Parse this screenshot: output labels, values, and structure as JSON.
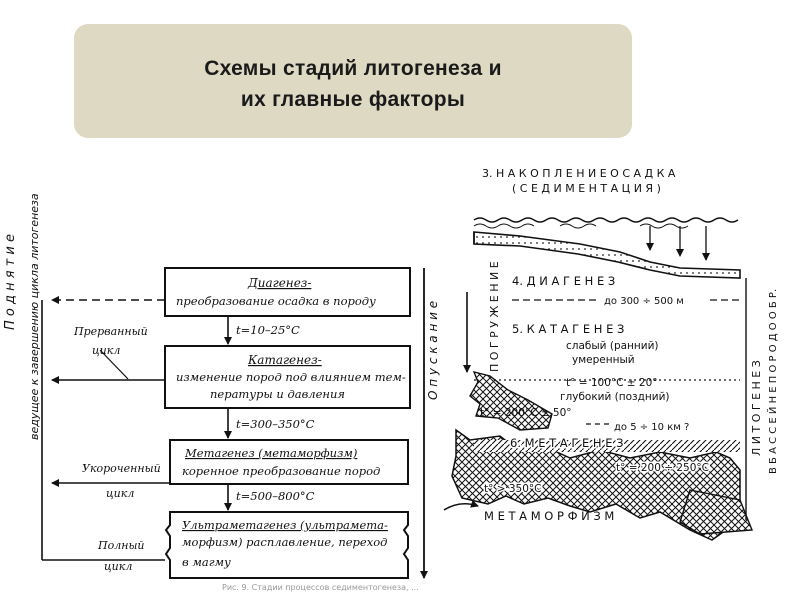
{
  "title": {
    "line1": "Схемы стадий литогенеза и",
    "line2": "их главные факторы"
  },
  "left_scheme": {
    "side_label_up": "П о д н я т и е",
    "side_label_sub": "ведущее к завершению цикла литогенеза",
    "side_label_down": "О п у с к а н и е",
    "boxes": [
      {
        "title": "Диагенез-",
        "text": "преобразование осадка в породу"
      },
      {
        "title": "Катагенез-",
        "text1": "изменение пород под влиянием тем-",
        "text2": "пературы и давления"
      },
      {
        "title": "Метагенез (метаморфизм)",
        "text": "коренное преобразование пород"
      },
      {
        "title": "Ультраметагенез (ультраметa-",
        "text1": "морфизм) расплавление, переход",
        "text2": "в магму"
      }
    ],
    "temps": [
      "t=10–25°С",
      "t=300–350°С",
      "t=500–800°С"
    ],
    "cycles": [
      {
        "line1": "Прерванный",
        "line2": "цикл"
      },
      {
        "line1": "Укороченный",
        "line2": "цикл"
      },
      {
        "line1": "Полный",
        "line2": "цикл"
      }
    ],
    "caption": "Рис. 9. Стадии процессов седиментогенеза, ..."
  },
  "right_scheme": {
    "header1": "3. Н А К О П Л Е Н И Е   О С А Д К А",
    "header2": "( С Е Д И М Е Н Т А Ц И Я )",
    "diagenez": "4. Д И А Г Е Н Е З",
    "depth1": "до 300 ÷ 500 м",
    "katagenez": "5. К А Т А Г Е Н Е З",
    "weak": "слабый (ранний)",
    "moderate": "умеренный",
    "temp1": "t° = 100°С ± 20°",
    "deep": "глубокий (поздний)",
    "temp2": "t° = 200°С ± 50°",
    "depth2": "до 5 ÷ 10 км ?",
    "metagenez": "6. М Е Т А Г Е Н Е З",
    "temp3": "t° = 200 ÷ 250°С",
    "temp4": "t° > 350°С",
    "metamorphism": "М Е Т А М О Р Ф И З М",
    "left_vertical": "П О Г Р У Ж Е Н И Е",
    "right_vertical1": "Л И Т О Г Е Н Е З",
    "right_vertical2": "В  Б А С С Е Й Н Е  П О Р О Д О О Б Р."
  },
  "colors": {
    "banner": "#ddd9c3",
    "ink": "#111111"
  }
}
